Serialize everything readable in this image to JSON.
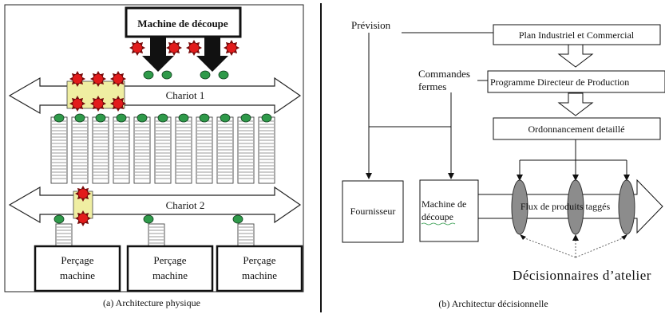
{
  "left_panel": {
    "machine_label": "Machine de découpe",
    "chariot1_label": "Chariot 1",
    "chariot2_label": "Chariot 2",
    "percage_boxes": [
      {
        "line1": "Perçage",
        "line2": "machine"
      },
      {
        "line1": "Perçage",
        "line2": "machine"
      },
      {
        "line1": "Perçage",
        "line2": "machine"
      }
    ],
    "caption": "(a)  Architecture physique"
  },
  "right_panel": {
    "prevision_label": "Prévision",
    "plan_label": "Plan Industriel et Commercial",
    "commandes_line1": "Commandes",
    "commandes_line2": "fermes",
    "pdp_label": "Programme Directeur de Production",
    "ordonnancement_label": "Ordonnancement detaillé",
    "fournisseur_label": "Fournisseur",
    "machine_line1": "Machine de",
    "machine_line2": "découpe",
    "flux_label": "Flux de produits taggés",
    "decisionnaires_label": "Décisionnaires d’atelier",
    "caption": "(b) Architectur  décisionnelle"
  },
  "colors": {
    "tag_red": "#e21b1b",
    "tag_spike": "#7a0d0d",
    "sensor_green": "#2f9a4a",
    "chariot_zone": "#efeea2",
    "lens_gray": "#8c8c8c"
  }
}
